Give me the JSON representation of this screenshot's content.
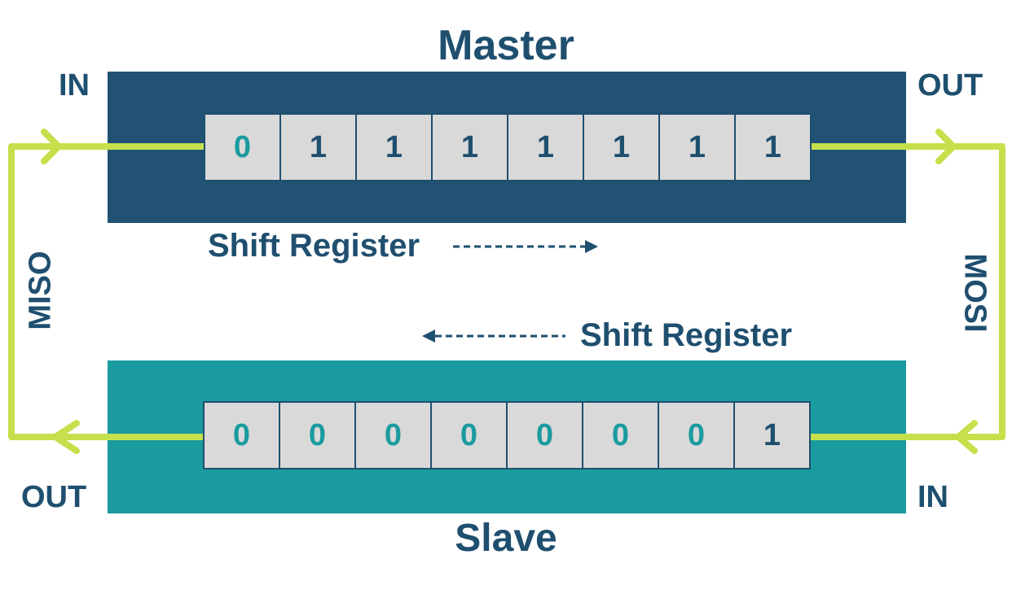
{
  "master": {
    "title": "Master",
    "in_label": "IN",
    "out_label": "OUT",
    "shift_label": "Shift Register",
    "bits": [
      "0",
      "1",
      "1",
      "1",
      "1",
      "1",
      "1",
      "1"
    ]
  },
  "slave": {
    "title": "Slave",
    "in_label": "IN",
    "out_label": "OUT",
    "shift_label": "Shift Register",
    "bits": [
      "0",
      "0",
      "0",
      "0",
      "0",
      "0",
      "0",
      "1"
    ]
  },
  "lines": {
    "miso_label": "MISO",
    "mosi_label": "MOSI"
  },
  "colors": {
    "master_box": "#215273",
    "slave_box": "#1a9ba0",
    "wire": "#c5e04b",
    "text": "#1f4f6f",
    "bit_zero": "#1a9ba0",
    "bit_one": "#1f4f6f",
    "cell_fill": "#d9d9d9"
  }
}
